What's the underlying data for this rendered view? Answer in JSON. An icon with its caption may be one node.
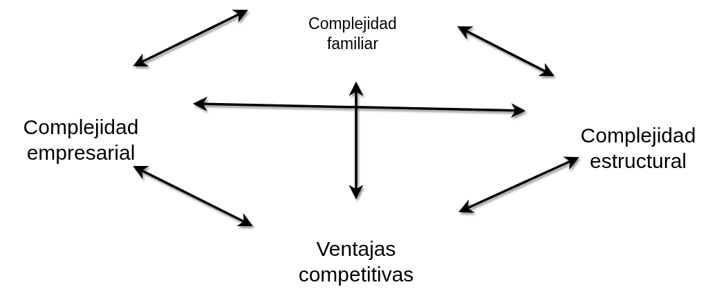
{
  "diagram": {
    "nodes": [
      {
        "text": [
          "Complejidad familiar"
        ]
      },
      {
        "text": [
          "Complejidad empresarial"
        ]
      },
      {
        "text": [
          "Complejidad estructural"
        ]
      },
      {
        "text": [
          "Ventajas competitivas"
        ]
      }
    ],
    "edges": [
      {
        "from": 0,
        "to": 1,
        "arrow": "both"
      },
      {
        "from": 0,
        "to": 2,
        "arrow": "both"
      },
      {
        "from": 1,
        "to": 2,
        "arrow": "both"
      },
      {
        "from": 0,
        "to": 3,
        "arrow": "both"
      },
      {
        "from": 1,
        "to": 3,
        "arrow": "both"
      },
      {
        "from": 2,
        "to": 3,
        "arrow": "both"
      }
    ]
  }
}
